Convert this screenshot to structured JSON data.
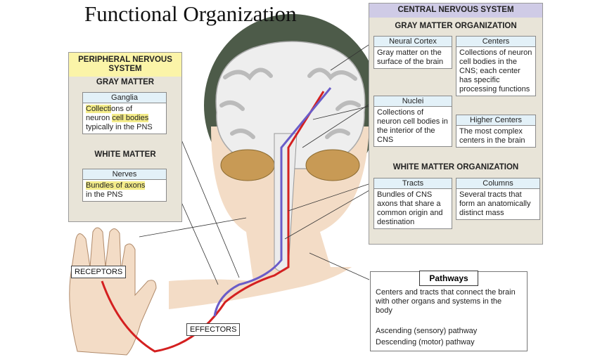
{
  "title": "Functional Organization",
  "pns": {
    "header": "PERIPHERAL NERVOUS SYSTEM",
    "gray_matter": "GRAY MATTER",
    "ganglia": {
      "title": "Ganglia",
      "text_pre": "Collecti",
      "text_hl1": "ons of",
      "text_mid": "neuron ",
      "text_hl2": "cell bodies",
      "text_end": "typically in the PNS"
    },
    "white_matter": "WHITE MATTER",
    "nerves": {
      "title": "Nerves",
      "text_hl": "Bundles of axons",
      "text_end": "in the PNS"
    }
  },
  "cns": {
    "header": "CENTRAL NERVOUS SYSTEM",
    "gray_matter_org": "GRAY MATTER ORGANIZATION",
    "neural_cortex": {
      "title": "Neural Cortex",
      "text": "Gray matter on the surface of the brain"
    },
    "centers": {
      "title": "Centers",
      "text": "Collections of neuron cell bodies in the CNS; each center has specific processing functions"
    },
    "nuclei": {
      "title": "Nuclei",
      "text": "Collections of neuron cell bodies in the interior of the CNS"
    },
    "higher_centers": {
      "title": "Higher Centers",
      "text": "The most complex centers in the brain"
    },
    "white_matter_org": "WHITE MATTER ORGANIZATION",
    "tracts": {
      "title": "Tracts",
      "text": "Bundles of CNS axons that share a common origin and destination"
    },
    "columns": {
      "title": "Columns",
      "text": "Several tracts that form an anatomically distinct mass"
    }
  },
  "pathways": {
    "title": "Pathways",
    "text": "Centers and tracts that connect the brain with other organs and systems in the body",
    "ascending": "Ascending (sensory) pathway",
    "descending": "Descending (motor) pathway"
  },
  "labels": {
    "receptors": "RECEPTORS",
    "effectors": "EFFECTORS"
  },
  "colors": {
    "ascending": "#d42020",
    "descending": "#6a5cc8",
    "panel": "#e8e4d8",
    "header_blue": "#cfcbe6",
    "header_yellow": "#fbf4a8",
    "card_title": "#e3f1f8"
  }
}
